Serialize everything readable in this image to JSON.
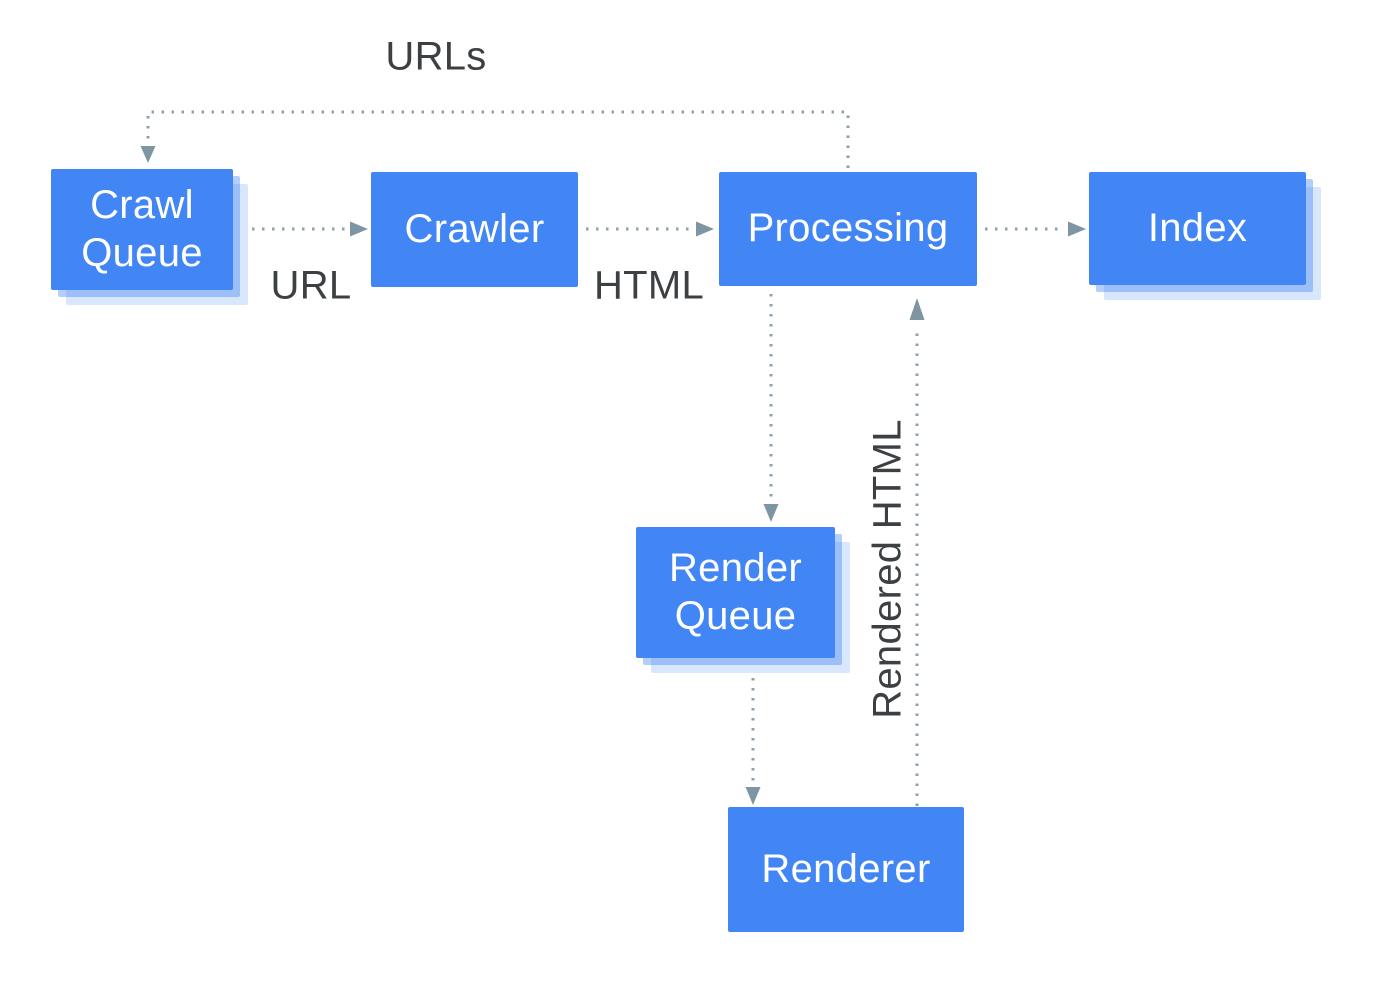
{
  "nodes": [
    {
      "id": "crawl-queue",
      "label": "Crawl\nQueue",
      "shadow": true
    },
    {
      "id": "crawler",
      "label": "Crawler",
      "shadow": false
    },
    {
      "id": "processing",
      "label": "Processing",
      "shadow": false
    },
    {
      "id": "index",
      "label": "Index",
      "shadow": true
    },
    {
      "id": "render-queue",
      "label": "Render\nQueue",
      "shadow": true
    },
    {
      "id": "renderer",
      "label": "Renderer",
      "shadow": false
    }
  ],
  "edge_labels": [
    {
      "id": "urls",
      "text": "URLs"
    },
    {
      "id": "url",
      "text": "URL"
    },
    {
      "id": "html",
      "text": "HTML"
    },
    {
      "id": "rendered-html",
      "text": "Rendered HTML"
    }
  ],
  "edges": [
    {
      "from": "processing",
      "to": "crawl-queue",
      "label": "URLs",
      "style": "dotted-arrow"
    },
    {
      "from": "crawl-queue",
      "to": "crawler",
      "label": "URL",
      "style": "dotted-arrow"
    },
    {
      "from": "crawler",
      "to": "processing",
      "label": "HTML",
      "style": "dotted-arrow"
    },
    {
      "from": "processing",
      "to": "index",
      "label": "",
      "style": "dotted-arrow"
    },
    {
      "from": "processing",
      "to": "render-queue",
      "label": "",
      "style": "dotted-arrow"
    },
    {
      "from": "render-queue",
      "to": "renderer",
      "label": "",
      "style": "dotted-arrow"
    },
    {
      "from": "renderer",
      "to": "processing",
      "label": "Rendered HTML",
      "style": "dotted-arrow"
    }
  ],
  "colors": {
    "node_fill": "#4285F4",
    "node_text": "#FFFFFF",
    "label_text": "#3C4043",
    "connector_dots": "#8CA1AC",
    "arrowhead": "#7E95A3",
    "node_shadow": "#C9DCF8",
    "background": "#FFFFFF"
  }
}
